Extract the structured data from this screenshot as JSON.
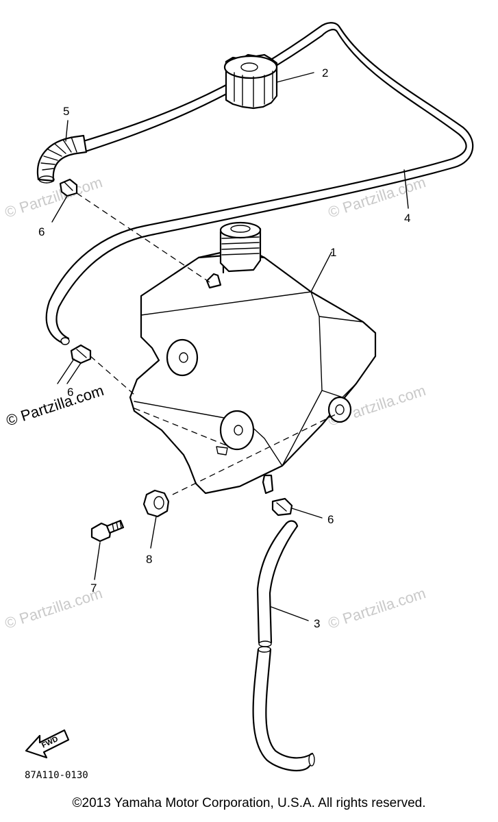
{
  "callouts": {
    "c1": "1",
    "c2": "2",
    "c3": "3",
    "c4": "4",
    "c5": "5",
    "c6a": "6",
    "c6b": "6",
    "c6c": "6",
    "c7": "7",
    "c8": "8"
  },
  "watermark": "© Partzilla.com",
  "fwd_label": "FWD",
  "diagram_code": "87A110-0130",
  "copyright": "©2013 Yamaha Motor Corporation, U.S.A. All rights reserved."
}
